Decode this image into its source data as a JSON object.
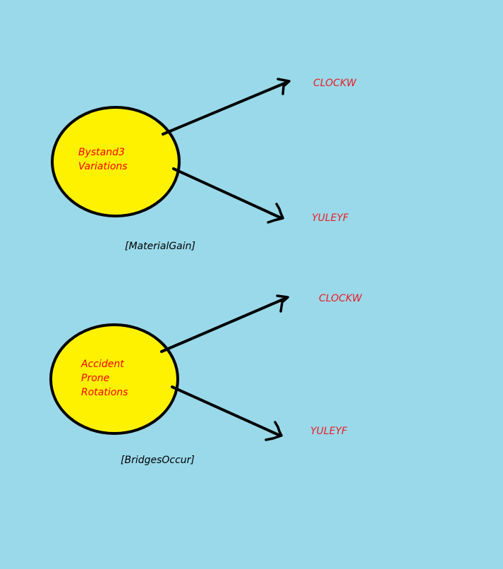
{
  "colors": {
    "background": "#99d9ea",
    "circle_fill": "#fff200",
    "circle_stroke": "#000000",
    "arrow": "#000000",
    "node_text": "#ff0000",
    "target_text": "#ed1c24",
    "caption_text": "#000000"
  },
  "diagram": {
    "top": {
      "node_line1": "Bystand3",
      "node_line2": "Variations",
      "target_upper": "CLOCKW",
      "target_lower": "YULEYF",
      "caption": "[MaterialGain]"
    },
    "bottom": {
      "node_line1": "Accident",
      "node_line2": "Prone",
      "node_line3": "Rotations",
      "target_upper": "CLOCKW",
      "target_lower": "YULEYF",
      "caption": "[BridgesOccur]"
    }
  }
}
